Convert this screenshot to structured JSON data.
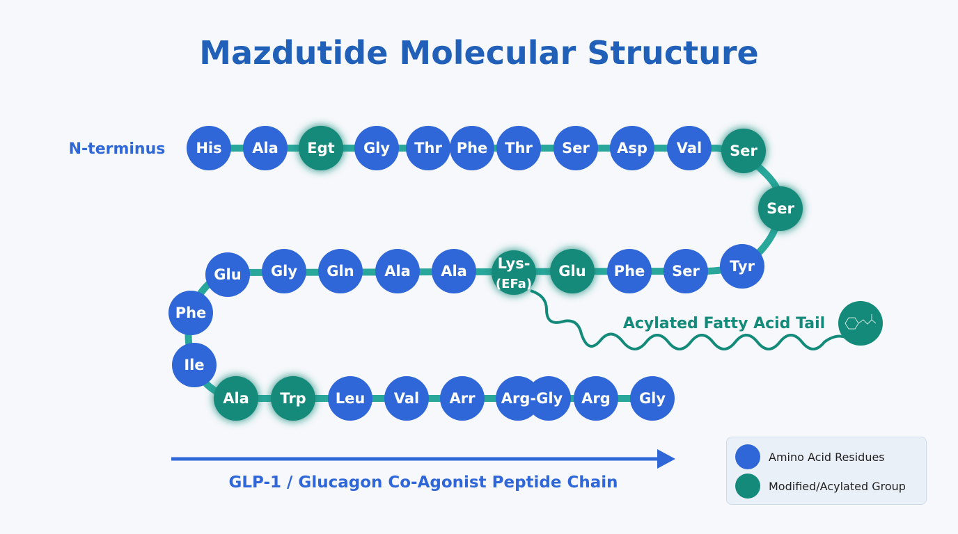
{
  "title": "Mazdutide Molecular Structure",
  "n_terminus_label": "N-terminus",
  "colors": {
    "amino": "#2f66d8",
    "modified": "#138a7a",
    "link": "#2aa79b",
    "title": "#2060b8"
  },
  "residues": [
    {
      "label": "His",
      "type": "amino"
    },
    {
      "label": "Ala",
      "type": "amino"
    },
    {
      "label": "Egt",
      "type": "modified"
    },
    {
      "label": "Gly",
      "type": "amino"
    },
    {
      "label": "Thr",
      "type": "amino"
    },
    {
      "label": "Phe",
      "type": "amino"
    },
    {
      "label": "Thr",
      "type": "amino"
    },
    {
      "label": "Ser",
      "type": "amino"
    },
    {
      "label": "Asp",
      "type": "amino"
    },
    {
      "label": "Val",
      "type": "amino"
    },
    {
      "label": "Ser",
      "type": "modified"
    },
    {
      "label": "Ser",
      "type": "modified"
    },
    {
      "label": "Tyr",
      "type": "amino"
    },
    {
      "label": "Ser",
      "type": "amino"
    },
    {
      "label": "Phe",
      "type": "amino"
    },
    {
      "label": "Glu",
      "type": "modified"
    },
    {
      "label": "Lys-",
      "label2": "(EFa)",
      "type": "modified"
    },
    {
      "label": "Ala",
      "type": "amino"
    },
    {
      "label": "Ala",
      "type": "amino"
    },
    {
      "label": "Gln",
      "type": "amino"
    },
    {
      "label": "Gly",
      "type": "amino"
    },
    {
      "label": "Glu",
      "type": "amino"
    },
    {
      "label": "Phe",
      "type": "amino"
    },
    {
      "label": "Ile",
      "type": "amino"
    },
    {
      "label": "Ala",
      "type": "modified"
    },
    {
      "label": "Trp",
      "type": "modified"
    },
    {
      "label": "Leu",
      "type": "amino"
    },
    {
      "label": "Val",
      "type": "amino"
    },
    {
      "label": "Arr",
      "type": "amino"
    },
    {
      "label": "Arg-Gly",
      "type": "amino"
    },
    {
      "label": "Arg",
      "type": "amino"
    },
    {
      "label": "Gly",
      "type": "amino"
    }
  ],
  "tail_label": "Acylated Fatty Acid Tail",
  "chain_label": "GLP-1 / Glucagon Co-Agonist Peptide Chain",
  "legend": [
    {
      "label": "Amino Acid Residues",
      "type": "amino"
    },
    {
      "label": "Modified/Acylated Group",
      "type": "modified"
    }
  ]
}
